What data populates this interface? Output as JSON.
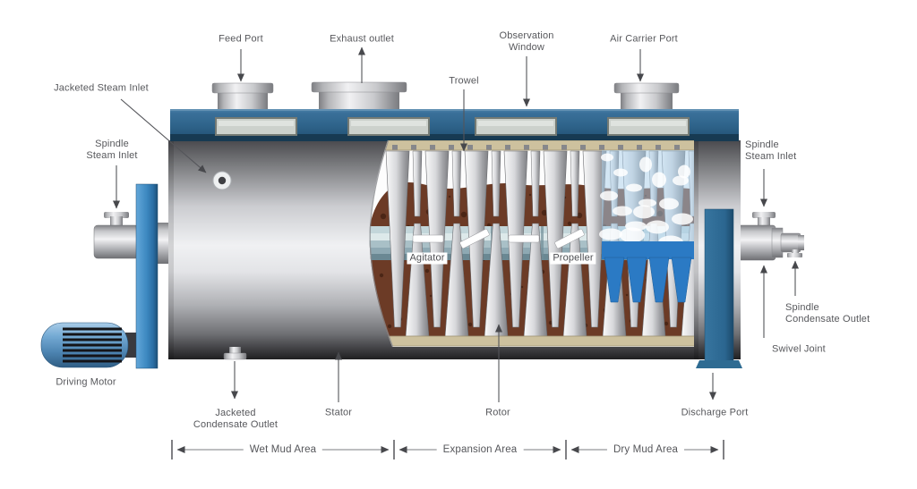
{
  "labels": {
    "feed_port": "Feed Port",
    "exhaust_outlet": "Exhaust outlet",
    "observation_window_l1": "Observation",
    "observation_window_l2": "Window",
    "air_carrier_port": "Air Carrier Port",
    "trowel": "Trowel",
    "jacketed_steam_inlet": "Jacketed Steam Inlet",
    "spindle_steam_inlet_left_l1": "Spindle",
    "spindle_steam_inlet_left_l2": "Steam Inlet",
    "driving_motor": "Driving Motor",
    "jacketed_condensate_outlet_l1": "Jacketed",
    "jacketed_condensate_outlet_l2": "Condensate Outlet",
    "stator": "Stator",
    "rotor": "Rotor",
    "discharge_port": "Discharge Port",
    "swivel_joint": "Swivel Joint",
    "spindle_condensate_outlet_l1": "Spindle",
    "spindle_condensate_outlet_l2": "Condensate Outlet",
    "spindle_steam_inlet_right_l1": "Spindle",
    "spindle_steam_inlet_right_l2": "Steam Inlet",
    "agitator": "Agitator",
    "propeller": "Propeller"
  },
  "zones": {
    "wet": "Wet Mud Area",
    "expansion": "Expansion Area",
    "dry": "Dry Mud Area"
  },
  "colors": {
    "cover_blue": "#32688f",
    "cover_edge": "#173a52",
    "panel_gray": "#ccd1cc",
    "stand_blue": "#3c88c0",
    "motor_blue": "#74aad4",
    "chute_blue": "#2e6b92",
    "mud_brown": "#6c3b26",
    "mud_speckle": "#35190c",
    "dry_zone_blue": "#2b7ac4",
    "jacket_tan": "#cdc19e",
    "shaft_blue_gray": "#8ea9b3",
    "label_text": "#57585c",
    "arrow_gray": "#47484c"
  }
}
